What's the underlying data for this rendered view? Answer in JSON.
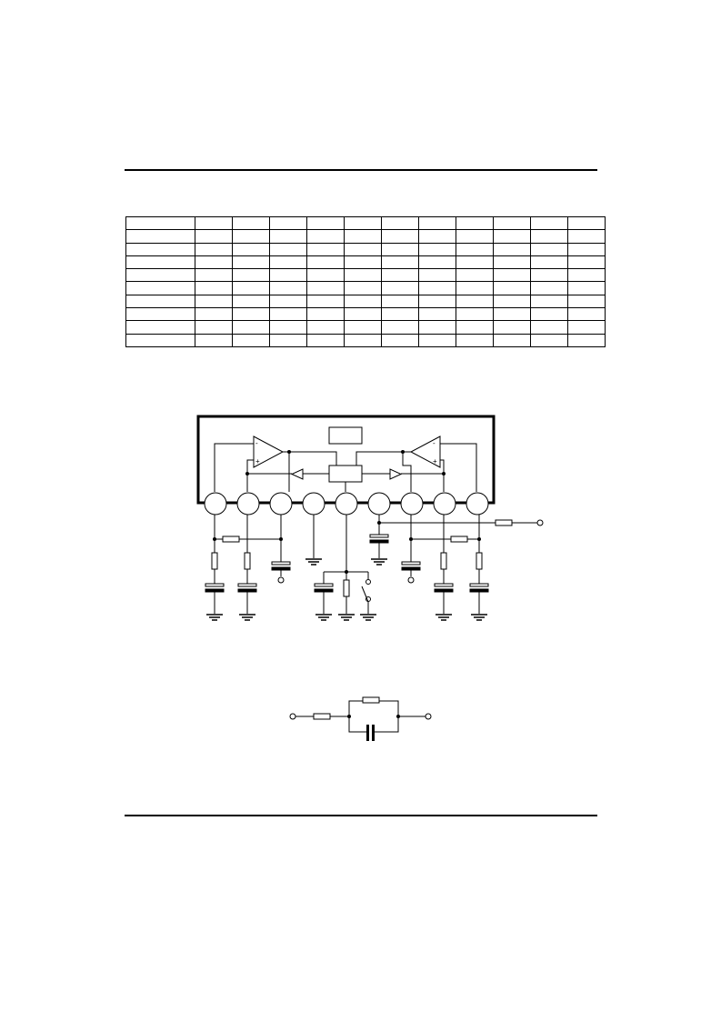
{
  "document": {
    "pin_table": {
      "rows": 10,
      "columns": 12,
      "cells": []
    },
    "application_circuit": {
      "pin_count": 9,
      "amplifier_channels": 2,
      "labels": []
    },
    "feedback_network": {
      "components": [
        "resistor",
        "resistor",
        "capacitor"
      ],
      "labels": []
    }
  }
}
